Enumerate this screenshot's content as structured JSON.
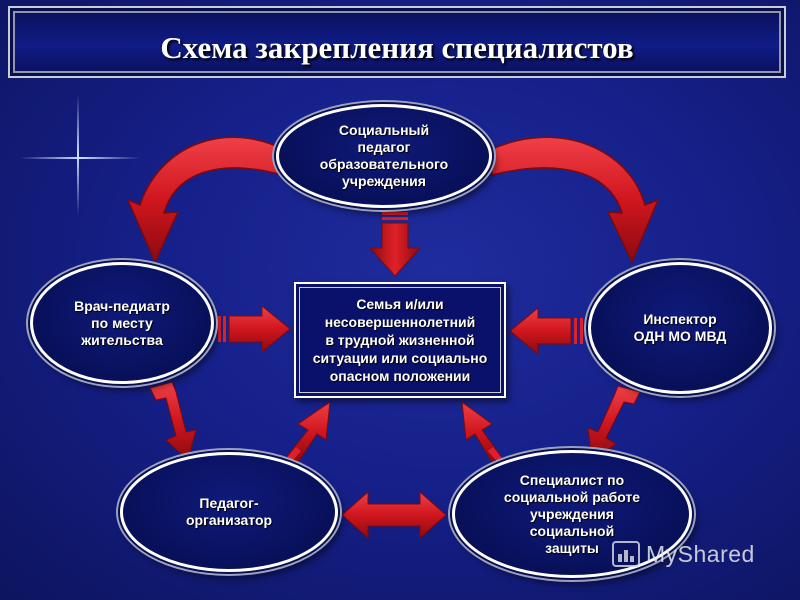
{
  "title": "Схема закрепления специалистов",
  "center": "Семья и/или\nнесовершеннолетний\nв трудной жизненной\nситуации или социально\nопасном положении",
  "nodes": {
    "social_pedagogue": "Социальный\nпедагог\nобразовательного\nучреждения",
    "pediatrician": "Врач-педиатр\nпо месту\nжительства",
    "inspector": "Инспектор\nОДН МО МВД",
    "organizer": "Педагог-\nорганизатор",
    "social_worker": "Специалист по\nсоциальной работе\nучреждения\nсоциальной\nзащиты"
  },
  "watermark": "MyShared",
  "colors": {
    "background": "#16208a",
    "node_fill": "#08105a",
    "arrow_red": "#d0161e",
    "text": "#ffffff"
  }
}
